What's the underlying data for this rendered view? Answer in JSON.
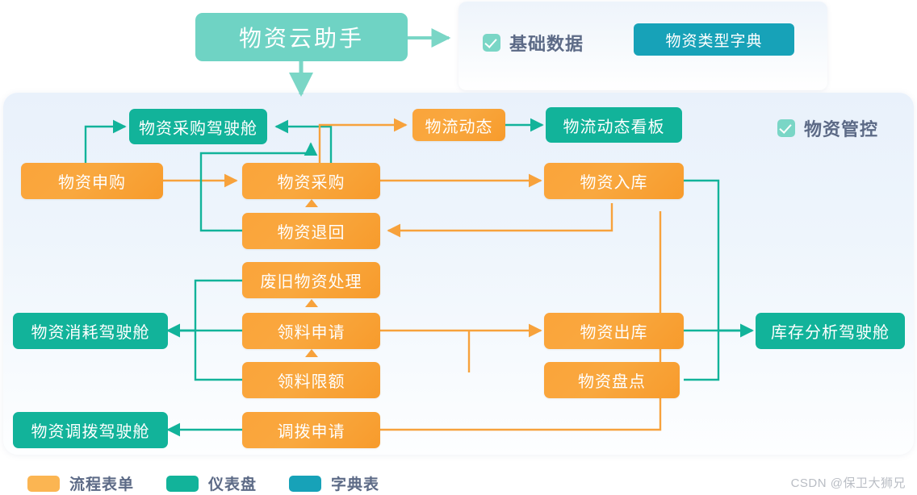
{
  "header": {
    "title_node": {
      "label": "物资云助手",
      "color": "#6fd3c4"
    },
    "basic_data": {
      "label": "基础数据",
      "checkbox_color": "#7ad6c6"
    },
    "dict_node": {
      "label": "物资类型字典",
      "color": "#17a2b8"
    }
  },
  "main": {
    "section_label": {
      "label": "物资管控",
      "checkbox_color": "#7ad6c6"
    },
    "nodes": [
      {
        "id": "cockpit_purchase",
        "label": "物资采购驾驶舱",
        "type": "dashboard",
        "color": "#12b39a"
      },
      {
        "id": "logistics_status",
        "label": "物流动态",
        "type": "form",
        "color": "#f9a33c"
      },
      {
        "id": "logistics_board",
        "label": "物流动态看板",
        "type": "dashboard",
        "color": "#12b39a"
      },
      {
        "id": "requisition",
        "label": "物资申购",
        "type": "form",
        "color": "#f9a33c"
      },
      {
        "id": "purchase",
        "label": "物资采购",
        "type": "form",
        "color": "#f9a33c"
      },
      {
        "id": "inbound",
        "label": "物资入库",
        "type": "form",
        "color": "#f9a33c"
      },
      {
        "id": "return",
        "label": "物资退回",
        "type": "form",
        "color": "#f9a33c"
      },
      {
        "id": "scrap",
        "label": "废旧物资处理",
        "type": "form",
        "color": "#f9a33c"
      },
      {
        "id": "cockpit_consume",
        "label": "物资消耗驾驶舱",
        "type": "dashboard",
        "color": "#12b39a"
      },
      {
        "id": "pick_request",
        "label": "领料申请",
        "type": "form",
        "color": "#f9a33c"
      },
      {
        "id": "outbound",
        "label": "物资出库",
        "type": "form",
        "color": "#f9a33c"
      },
      {
        "id": "cockpit_stock",
        "label": "库存分析驾驶舱",
        "type": "dashboard",
        "color": "#12b39a"
      },
      {
        "id": "pick_limit",
        "label": "领料限额",
        "type": "form",
        "color": "#f9a33c"
      },
      {
        "id": "stocktake",
        "label": "物资盘点",
        "type": "form",
        "color": "#f9a33c"
      },
      {
        "id": "transfer_cockpit",
        "label": "物资调拨驾驶舱",
        "type": "dashboard",
        "color": "#12b39a"
      },
      {
        "id": "transfer_request",
        "label": "调拨申请",
        "type": "form",
        "color": "#f9a33c"
      }
    ]
  },
  "legend": {
    "items": [
      {
        "label": "流程表单",
        "color": "#fbb552"
      },
      {
        "label": "仪表盘",
        "color": "#12b39a"
      },
      {
        "label": "字典表",
        "color": "#17a2b8"
      }
    ]
  },
  "watermark": {
    "text": "CSDN @保卫大狮兄"
  }
}
